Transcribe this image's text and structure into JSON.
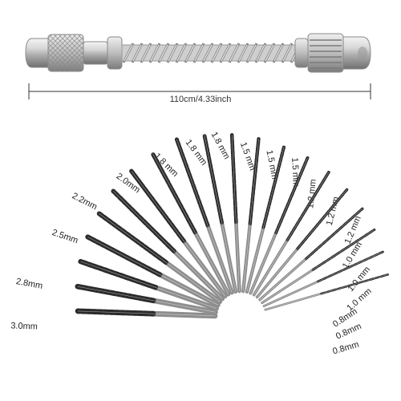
{
  "product": {
    "dimension_label": "110cm/4.33inch"
  },
  "colors": {
    "background": "#ffffff",
    "metal_light": "#e8e8e8",
    "metal_mid": "#b9b9b9",
    "metal_dark": "#6f6f6f",
    "bit_dark": "#2b2b2b",
    "label": "#222222"
  },
  "bits": [
    {
      "label": "3.0mm"
    },
    {
      "label": "2.8mm"
    },
    {
      "label": "2.5mm"
    },
    {
      "label": "2.2mm"
    },
    {
      "label": "2.0mm"
    },
    {
      "label": "1.8 mm"
    },
    {
      "label": "1.8 mm"
    },
    {
      "label": "1.8 mm"
    },
    {
      "label": "1.5 mm"
    },
    {
      "label": "1.5 mm"
    },
    {
      "label": "1.5 mm"
    },
    {
      "label": "1.2 mm"
    },
    {
      "label": "1.2 mm"
    },
    {
      "label": "1.2 mm"
    },
    {
      "label": "1.0 mm"
    },
    {
      "label": "1.0 mm"
    },
    {
      "label": "1.0 mm"
    },
    {
      "label": "0.8mm"
    },
    {
      "label": "0.8mm"
    },
    {
      "label": "0.8mm"
    }
  ]
}
